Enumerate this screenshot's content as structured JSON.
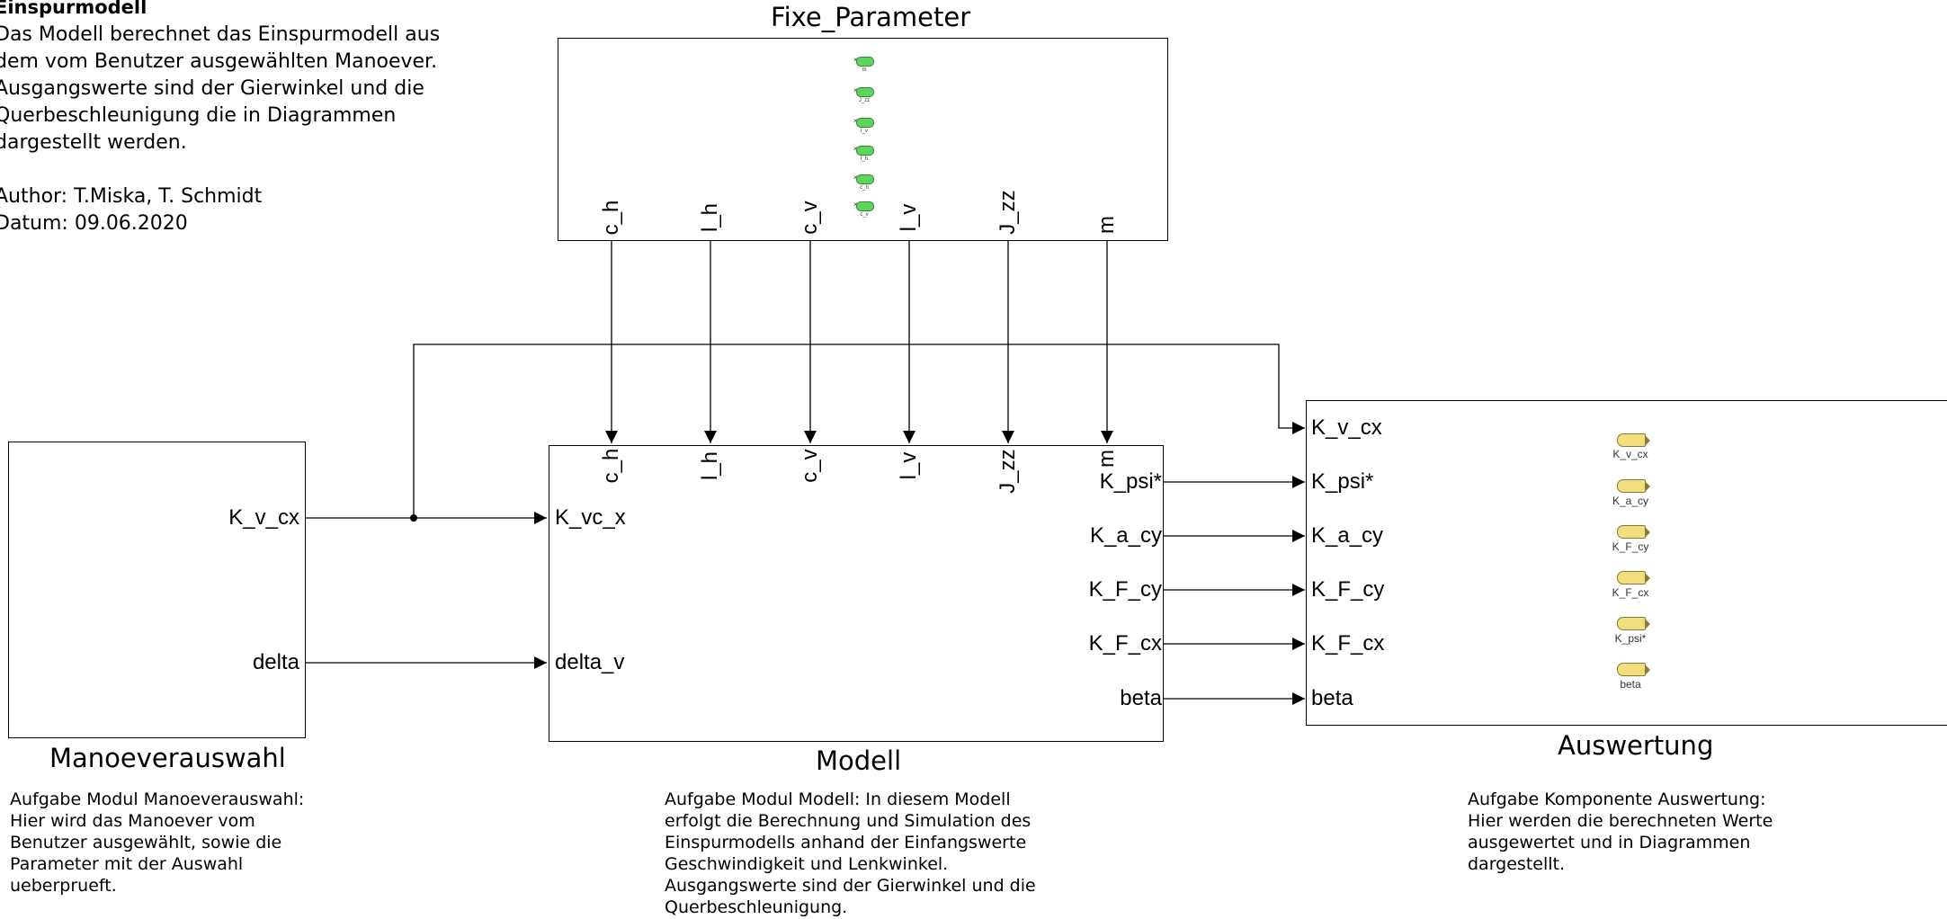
{
  "header": {
    "title": "Einspurmodell",
    "description": "Das Modell berechnet das Einspurmodell aus\ndem vom Benutzer ausgewählten Manoever.\nAusgangswerte sind der Gierwinkel und die\nQuerbeschleunigung die in Diagrammen\ndargestellt werden.\n\nAuthor: T.Miska, T. Schmidt\nDatum: 09.06.2020"
  },
  "fixe_parameter": {
    "title": "Fixe_Parameter",
    "outputs": [
      "c_h",
      "l_h",
      "c_v",
      "l_v",
      "J_zz",
      "m"
    ],
    "indicators": [
      "m",
      "J_zz",
      "l_v",
      "l_h",
      "c_h",
      "c_v"
    ]
  },
  "manoeverauswahl": {
    "title": "Manoeverauswahl",
    "outputs": [
      "K_v_cx",
      "delta"
    ],
    "description": "Aufgabe Modul Manoeverauswahl:\nHier wird das Manoever vom\nBenutzer ausgewählt, sowie die\nParameter mit der Auswahl\nueberprueft."
  },
  "modell": {
    "title": "Modell",
    "top_inputs": [
      "c_h",
      "l_h",
      "c_v",
      "l_v",
      "J_zz",
      "m"
    ],
    "left_inputs": [
      "K_vc_x",
      "delta_v"
    ],
    "outputs": [
      "K_psi*",
      "K_a_cy",
      "K_F_cy",
      "K_F_cx",
      "beta"
    ],
    "description": "Aufgabe Modul Modell: In diesem Modell\nerfolgt die Berechnung und Simulation des\nEinspurmodells anhand der Einfangswerte\nGeschwindigkeit und Lenkwinkel.\nAusgangswerte sind der Gierwinkel und die\nQuerbeschleunigung."
  },
  "auswertung": {
    "title": "Auswertung",
    "inputs": [
      "K_v_cx",
      "K_psi*",
      "K_a_cy",
      "K_F_cy",
      "K_F_cx",
      "beta"
    ],
    "indicators": [
      "K_v_cx",
      "K_a_cy",
      "K_F_cy",
      "K_F_cx",
      "K_psi*",
      "beta"
    ],
    "description": "Aufgabe Komponente Auswertung:\nHier werden die berechneten Werte\nausgewertet und in Diagrammen\ndargestellt."
  }
}
